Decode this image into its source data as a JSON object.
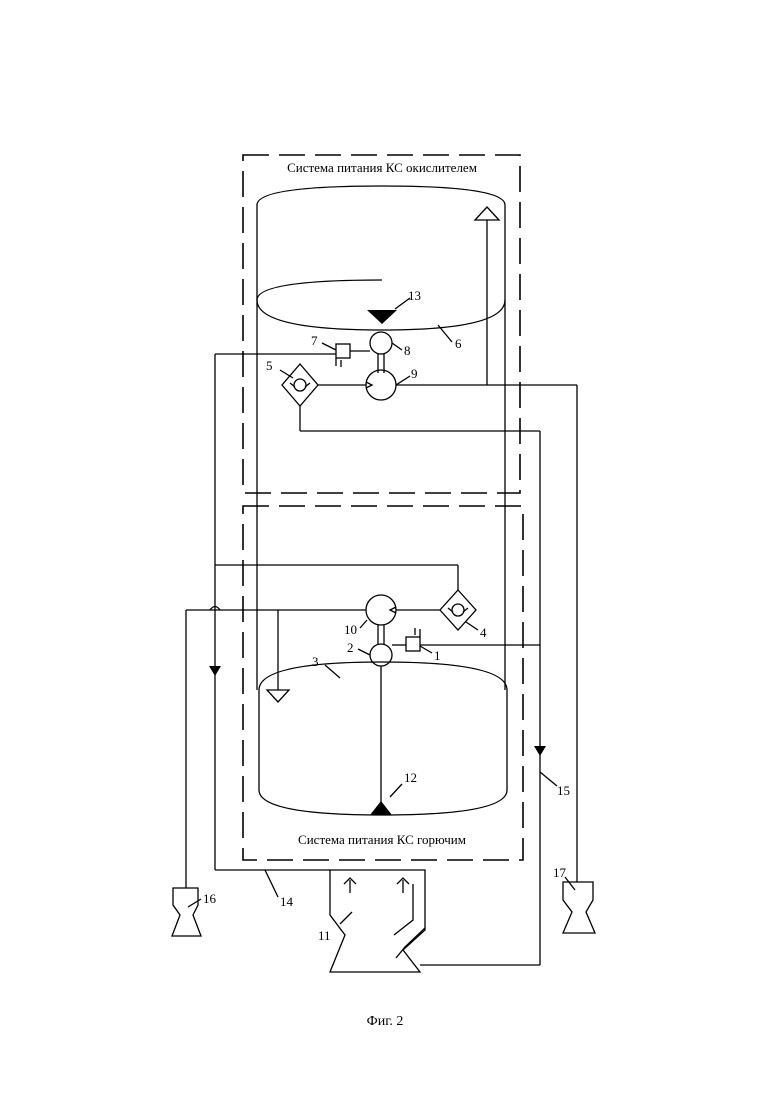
{
  "titles": {
    "oxidizer_system": "Система питания КС окислителем",
    "fuel_system": "Система питания КС горючим"
  },
  "caption": "Фиг. 2",
  "labels": {
    "n1": "1",
    "n2": "2",
    "n3": "3",
    "n4": "4",
    "n5": "5",
    "n6": "6",
    "n7": "7",
    "n8": "8",
    "n9": "9",
    "n10": "10",
    "n11": "11",
    "n12": "12",
    "n13": "13",
    "n14": "14",
    "n15": "15",
    "n16": "16",
    "n17": "17"
  },
  "colors": {
    "ink": "#000000",
    "paper": "#ffffff"
  }
}
